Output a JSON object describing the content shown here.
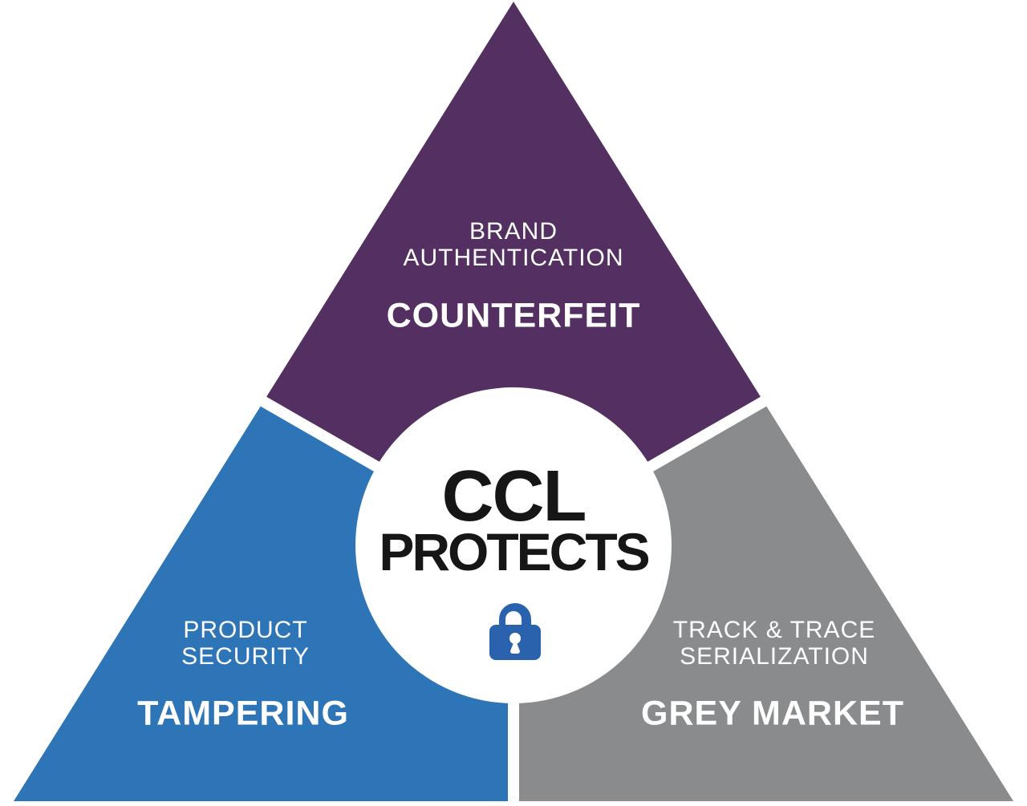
{
  "diagram": {
    "type": "segmented-triangle",
    "description": "Triangle split into three segments around a central circle",
    "colors": {
      "background": "#ffffff",
      "divider": "#ffffff"
    },
    "segments": [
      {
        "id": "top",
        "color": "#543062",
        "sublabel_line1": "BRAND",
        "sublabel_line2": "AUTHENTICATION",
        "title": "COUNTERFEIT"
      },
      {
        "id": "bottom-left",
        "color": "#2E75B7",
        "sublabel_line1": "PRODUCT",
        "sublabel_line2": "SECURITY",
        "title": "TAMPERING"
      },
      {
        "id": "bottom-right",
        "color": "#898B8D",
        "sublabel_line1": "TRACK & TRACE",
        "sublabel_line2": "SERIALIZATION",
        "title": "GREY MARKET"
      }
    ],
    "center": {
      "line1": "CCL",
      "line2": "PROTECTS",
      "icon": "lock-icon",
      "lock_color": "#2A62AD",
      "text_color": "#161616",
      "circle_color": "#ffffff"
    }
  }
}
